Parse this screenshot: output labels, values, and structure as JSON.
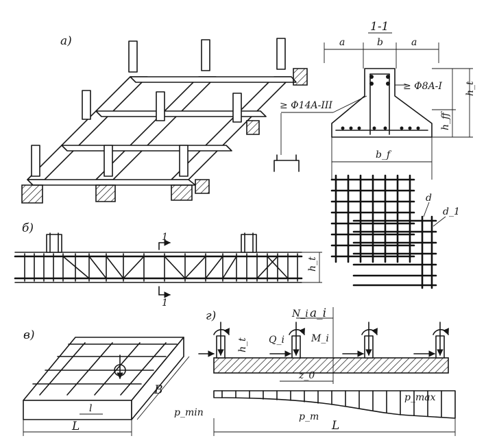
{
  "panels": {
    "a": "а)",
    "b": "б)",
    "v": "в)",
    "g": "г)"
  },
  "section": {
    "title": "1-1",
    "a_left": "a",
    "b": "b",
    "a_right": "a",
    "ht": "h_t",
    "hff": "h_ff",
    "bf": "b_f",
    "stirrup": "≥ Φ8A-I",
    "bar": "≥ Φ14A-III",
    "mesh_d": "d",
    "mesh_d1": "d_1"
  },
  "beam": {
    "cut_top": "1",
    "cut_bottom": "1",
    "ht": "h_t"
  },
  "plan": {
    "B": "B",
    "L": "L",
    "l": "l"
  },
  "load": {
    "ai": "a_i",
    "Ni": "N_i",
    "Mi": "M_i",
    "Qi": "Q_i",
    "ht": "h_t",
    "z0": "z_0",
    "pmax": "p_max",
    "pmin": "p_min",
    "pm": "p_m",
    "L": "L"
  }
}
